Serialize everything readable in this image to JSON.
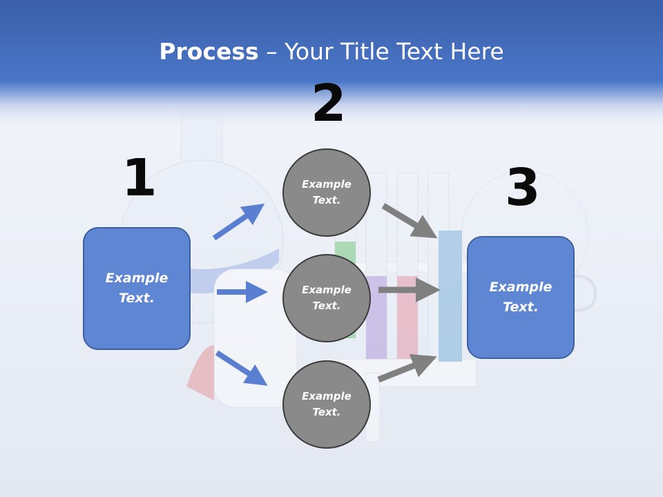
{
  "title": {
    "bold": "Process",
    "rest": " – Your Title Text Here"
  },
  "steps": [
    {
      "number": "1",
      "box_text": "Example Text."
    },
    {
      "number": "2",
      "circles": [
        "Example Text.",
        "Example Text.",
        "Example Text."
      ]
    },
    {
      "number": "3",
      "box_text": "Example Text."
    }
  ],
  "colors": {
    "header": "#4a72c4",
    "box": "#5f86d2",
    "circle": "#8a8a8a",
    "blue_arrow": "#5a7fd0",
    "gray_arrow": "#808080"
  }
}
